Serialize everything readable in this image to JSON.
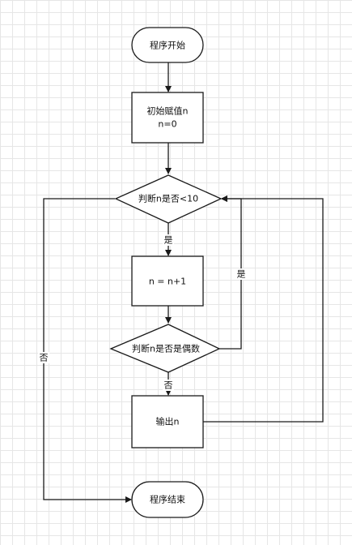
{
  "nodes": {
    "start": {
      "text": "程序开始"
    },
    "init": {
      "line1": "初始赋值n",
      "line2": "n=0"
    },
    "cond_lt10": {
      "text": "判断n是否<10"
    },
    "increment": {
      "text": "n = n+1"
    },
    "cond_even": {
      "text": "判断n是否是偶数"
    },
    "output": {
      "text": "输出n"
    },
    "end": {
      "text": "程序结束"
    }
  },
  "edge_labels": {
    "lt10_yes": "是",
    "lt10_no": "否",
    "even_yes": "是",
    "even_no": "否"
  },
  "colors": {
    "stroke": "#1a1a1a",
    "node_fill": "#ffffff",
    "grid": "#e6e6e6"
  }
}
